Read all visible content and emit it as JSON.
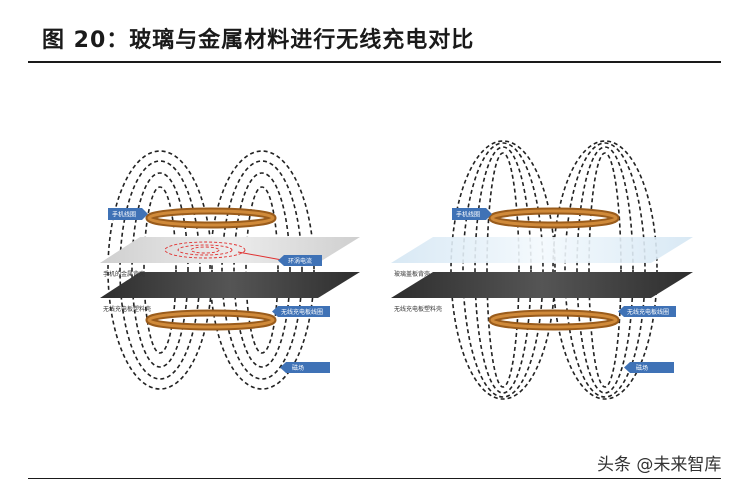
{
  "figure": {
    "title": "图 20：玻璃与金属材料进行无线充电对比"
  },
  "watermark": "头条 @未来智库",
  "colors": {
    "coil": "#c07a2a",
    "tag_blue": "#3f72b6",
    "dark_plate": "#3a3a3a",
    "metal_plate": "#d6d6d6",
    "glass_plate": "#e2eef7",
    "eddy_red": "#e03030"
  },
  "left_panel": {
    "labels": {
      "phone_coil": "手机线圈",
      "eddy_current": "环涡电流",
      "phone_back": "手机的金属背壳",
      "charger_shell": "无线充电板塑料壳",
      "charger_coil": "无线充电板线圈",
      "magnetic_field": "磁场"
    }
  },
  "right_panel": {
    "labels": {
      "phone_coil": "手机线圈",
      "phone_back": "玻璃盖板背壳",
      "charger_shell": "无线充电板塑料壳",
      "charger_coil": "无线充电板线圈",
      "magnetic_field": "磁场"
    }
  }
}
